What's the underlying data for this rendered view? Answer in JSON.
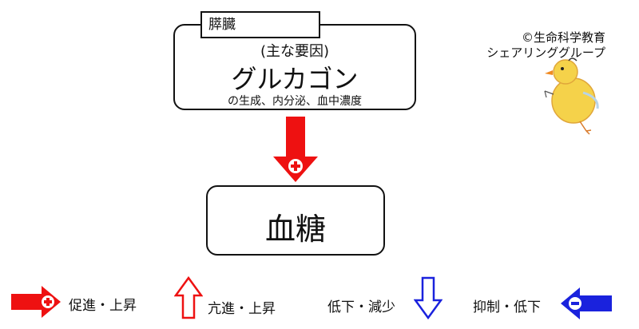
{
  "organ_label": "膵臓",
  "factor_box": {
    "subtitle": "(主な要因)",
    "factor": "グルカゴン",
    "detail": "の生成、内分泌、血中濃度"
  },
  "result_box": {
    "label": "血糖"
  },
  "credit": {
    "line1": "©生命科学教育",
    "line2": "シェアリンググループ"
  },
  "legend": {
    "promote": "促進・上昇",
    "hyper": "亢進・上昇",
    "decrease": "低下・減少",
    "inhibit": "抑制・低下"
  },
  "colors": {
    "red": "#ee1111",
    "blue": "#1a22dd",
    "black": "#111111"
  },
  "icons": {
    "main_arrow": "red-down-arrow-plus-icon",
    "mascot": "chick-mascot-icon"
  }
}
